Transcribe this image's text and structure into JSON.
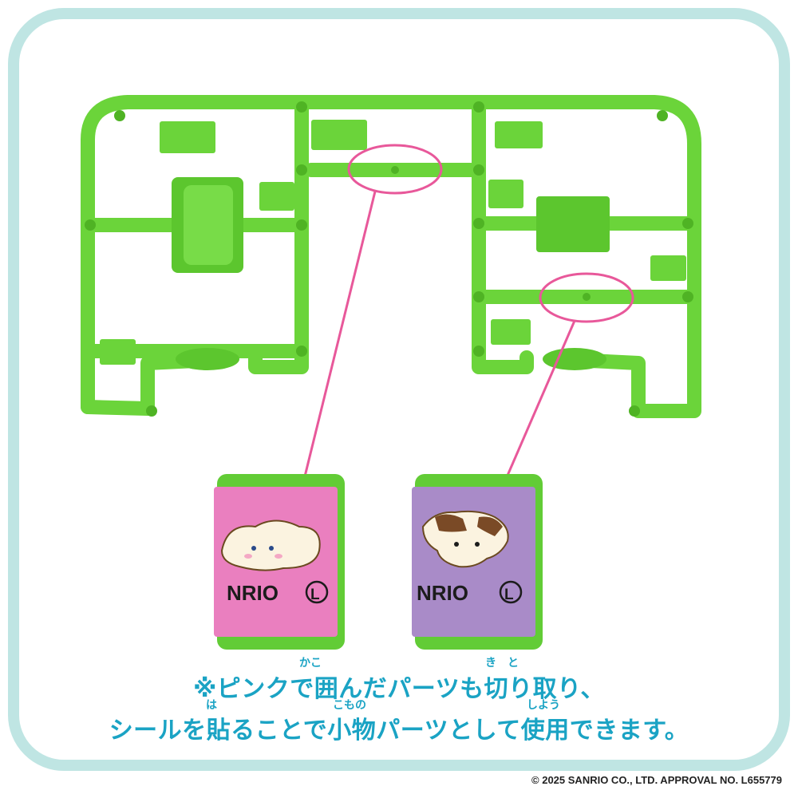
{
  "caption": {
    "line1": "※ピンクで囲んだパーツも切り取り、",
    "line2": "シールを貼ることで小物パーツとして使用できます。",
    "ruby": {
      "kako": "かこ",
      "kitto": "き　と",
      "ha": "は",
      "komono": "こもの",
      "shiyou": "しよう"
    }
  },
  "stickers": [
    {
      "text": "NRIO",
      "mark": "L"
    },
    {
      "text": "NRIO",
      "mark": "L"
    }
  ],
  "copyright": "© 2025 SANRIO CO., LTD. APPROVAL NO. L655779",
  "colors": {
    "frame": "#bfe5e3",
    "runner": "#6bd43a",
    "highlight": "#e8589a",
    "caption": "#1aa3c4",
    "sticker_pink": "#ea7fbf",
    "sticker_purple": "#a98bc8"
  }
}
